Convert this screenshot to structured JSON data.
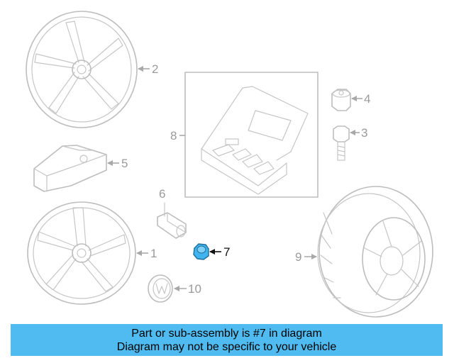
{
  "diagram": {
    "highlight_color": "#3fb4ee",
    "callouts": [
      {
        "id": "1",
        "label": "1",
        "part": "alloy-wheel"
      },
      {
        "id": "2",
        "label": "2",
        "part": "alloy-wheel"
      },
      {
        "id": "3",
        "label": "3",
        "part": "wheel-bolt"
      },
      {
        "id": "4",
        "label": "4",
        "part": "locking-wheel-bolt"
      },
      {
        "id": "5",
        "label": "5",
        "part": "tire-pressure-sensor"
      },
      {
        "id": "6",
        "label": "6",
        "part": "tire-valve"
      },
      {
        "id": "7",
        "label": "7",
        "part": "valve-nut",
        "highlighted": true
      },
      {
        "id": "8",
        "label": "8",
        "part": "tire-repair-kit-case"
      },
      {
        "id": "9",
        "label": "9",
        "part": "tire-and-wheel"
      },
      {
        "id": "10",
        "label": "10",
        "part": "center-cap"
      }
    ]
  },
  "banner": {
    "line1": "Part or sub-assembly is #7 in diagram",
    "line2": "Diagram may not be specific to your vehicle",
    "background": "#4fbbf0"
  }
}
